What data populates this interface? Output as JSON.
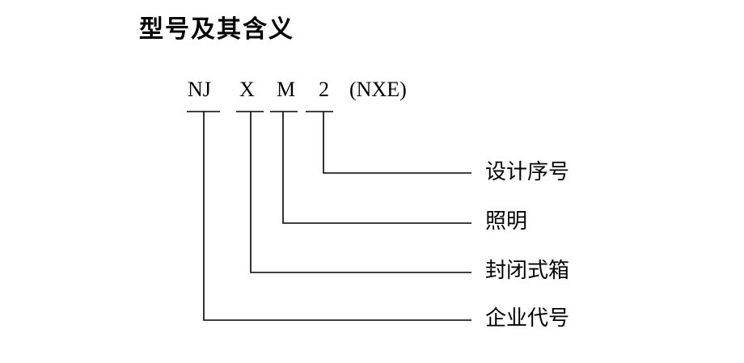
{
  "title": "型号及其含义",
  "model": {
    "segments": [
      "NJ",
      "X",
      "M",
      "2"
    ],
    "suffix": "(NXE)"
  },
  "meanings": [
    "设计序号",
    "照明",
    "封闭式箱",
    "企业代号"
  ],
  "colors": {
    "text": "#000000",
    "line": "#000000",
    "background": "#ffffff"
  }
}
